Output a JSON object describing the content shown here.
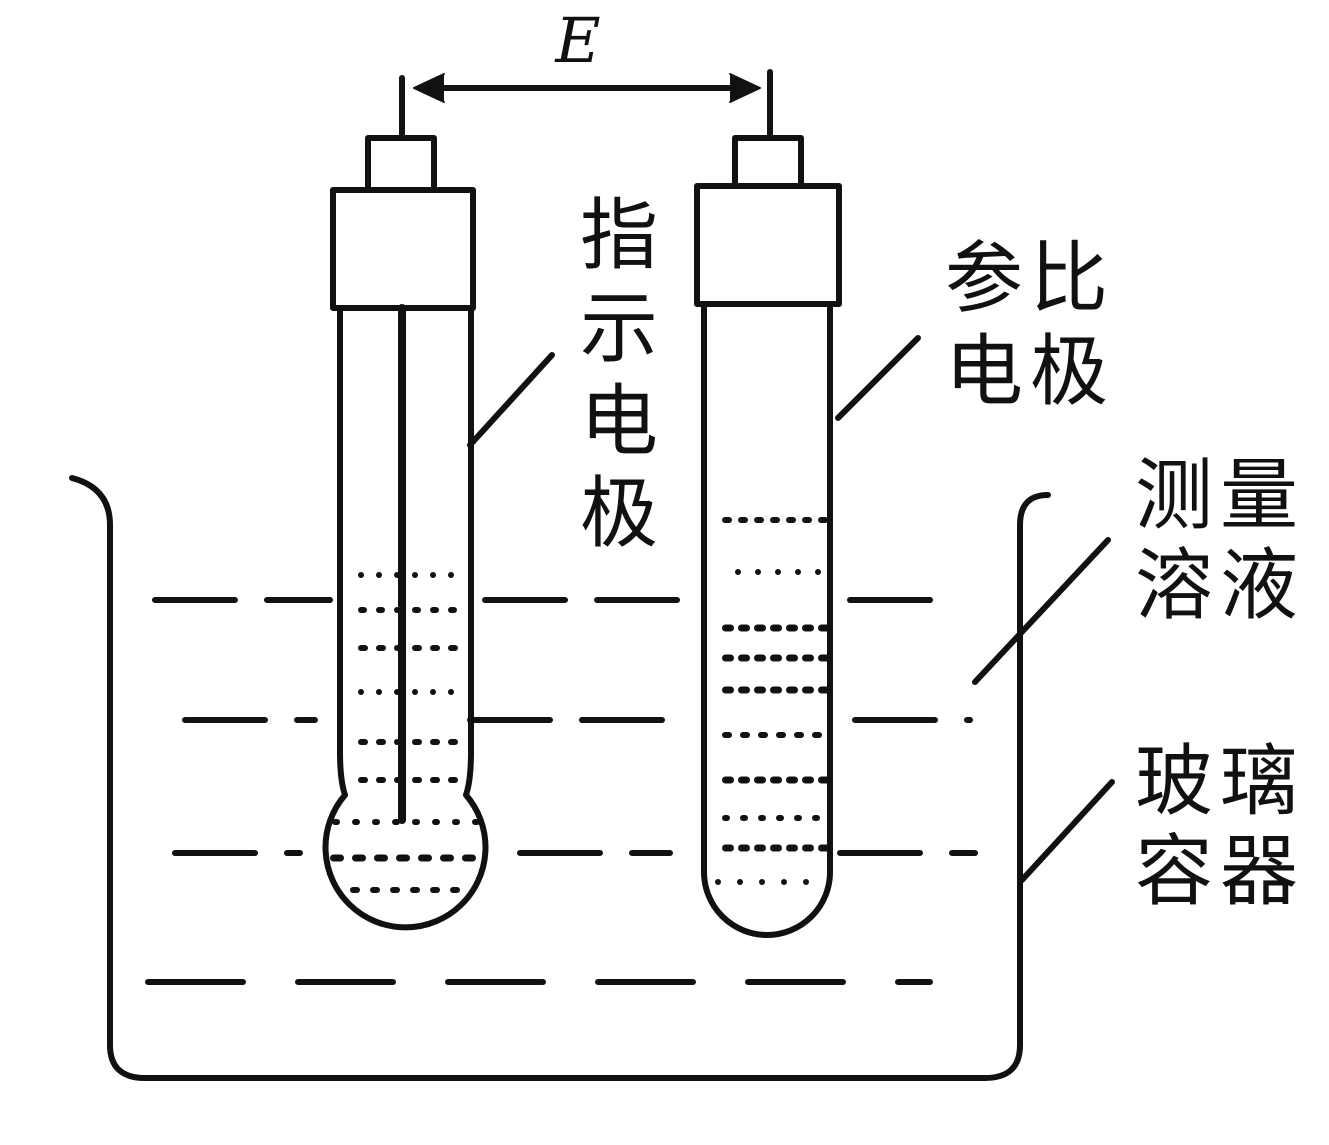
{
  "diagram": {
    "emf_label": "E",
    "indicator_electrode": [
      "指",
      "示",
      "电",
      "极"
    ],
    "reference_electrode": {
      "col1": [
        "参",
        "电"
      ],
      "col2": [
        "比",
        "极"
      ]
    },
    "test_solution": {
      "col1": [
        "测",
        "溶"
      ],
      "col2": [
        "量",
        "液"
      ]
    },
    "glass_container": {
      "col1": [
        "玻",
        "容"
      ],
      "col2": [
        "璃",
        "器"
      ]
    },
    "colors": {
      "ink": "#111111",
      "background": "#ffffff"
    }
  }
}
